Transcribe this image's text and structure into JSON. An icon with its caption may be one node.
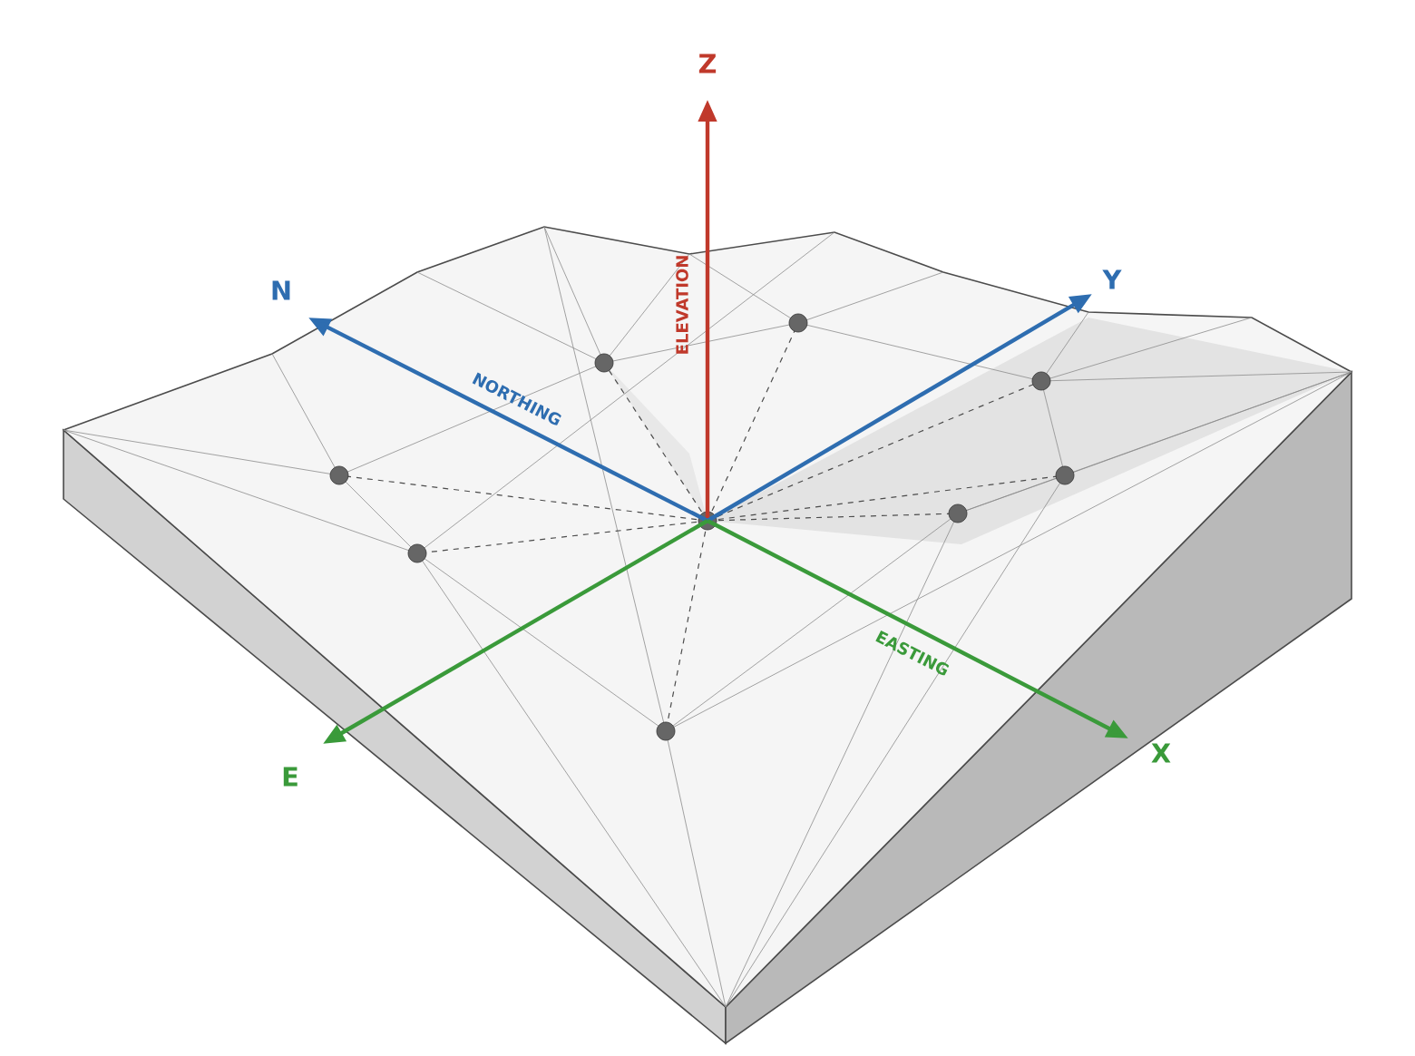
{
  "diagram": {
    "labels": [
      "Z",
      "ELEVATION",
      "N",
      "NORTHING",
      "Y",
      "E",
      "EASTING",
      "X"
    ]
  }
}
